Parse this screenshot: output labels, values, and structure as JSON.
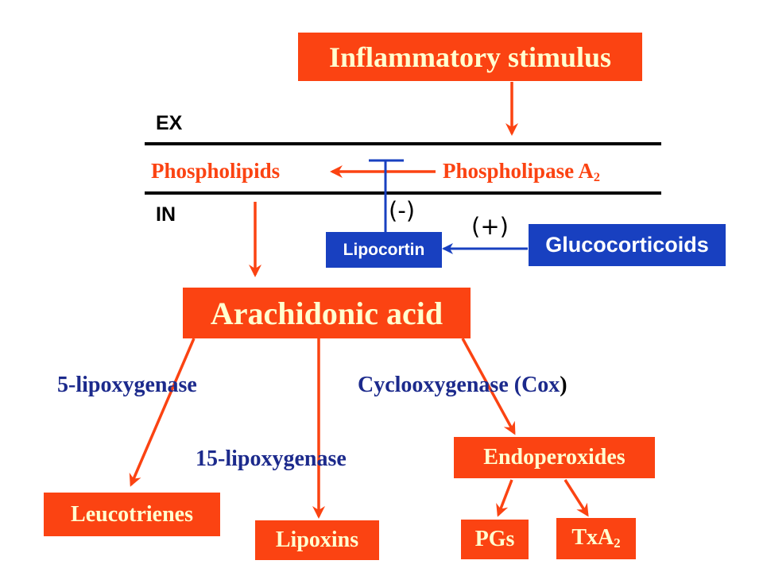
{
  "stimulus": "Inflammatory stimulus",
  "membrane": {
    "ex_label": "EX",
    "in_label": "IN",
    "phospholipids": "Phospholipids",
    "phospholipase": {
      "text": "Phospholipase A",
      "sub": "2"
    }
  },
  "inhibition_sign": "(-)",
  "activation_sign": "(+)",
  "lipocortin": "Lipocortin",
  "glucocorticoids": "Glucocorticoids",
  "arachidonic_acid": "Arachidonic acid",
  "enzymes": {
    "lox5": "5-lipoxygenase",
    "lox15": "15-lipoxygenase",
    "cox_main": "Cyclooxygenase (Cox",
    "cox_paren": ")"
  },
  "products": {
    "leucotrienes": "Leucotrienes",
    "lipoxins": "Lipoxins",
    "endoperoxides": "Endoperoxides",
    "pgs": "PGs",
    "txa2": {
      "text": "TxA",
      "sub": "2"
    }
  },
  "colors": {
    "red": "#fb4312",
    "box_text": "#ffffd0",
    "blue": "#1840c0",
    "navy": "#1c2a8c"
  }
}
